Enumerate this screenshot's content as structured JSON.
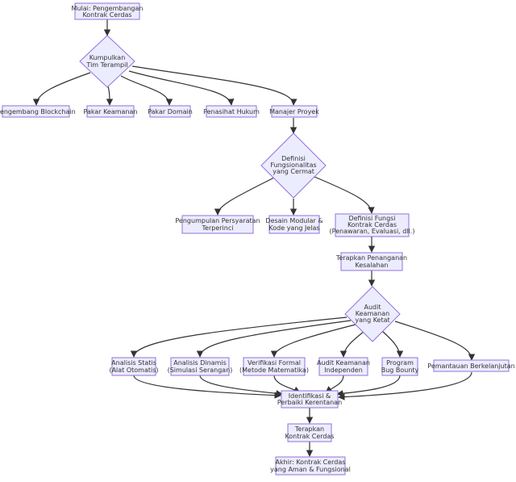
{
  "nodes": {
    "start": [
      "Mulai: Pengembangan",
      "Kontrak Cerdas"
    ],
    "team": [
      "Kumpulkan",
      "Tim Terampil"
    ],
    "blockchain": [
      "Pengembang Blockchain"
    ],
    "security": [
      "Pakar Keamanan"
    ],
    "domain": [
      "Pakar Domain"
    ],
    "legal": [
      "Penasihat Hukum"
    ],
    "pm": [
      "Manajer Proyek"
    ],
    "define": [
      "Definisi",
      "Fungsionalitas",
      "yang Cermat"
    ],
    "requirements": [
      "Pengumpulan Persyaratan",
      "Terperinci"
    ],
    "modular": [
      "Desain Modular &",
      "Kode yang Jelas"
    ],
    "functions": [
      "Definisi Fungsi",
      "Kontrak Cerdas",
      "(Penawaran, Evaluasi, dll.)"
    ],
    "errors": [
      "Terapkan Penanganan",
      "Kesalahan"
    ],
    "audit": [
      "Audit",
      "Keamanan",
      "yang Ketat"
    ],
    "static": [
      "Analisis Statis",
      "(Alat Otomatis)"
    ],
    "dynamic": [
      "Analisis Dinamis",
      "(Simulasi Serangan)"
    ],
    "formal": [
      "Verifikasi Formal",
      "(Metode Matematika)"
    ],
    "independent": [
      "Audit Keamanan",
      "Independen"
    ],
    "bounty": [
      "Program",
      "Bug Bounty"
    ],
    "monitoring": [
      "Pemantauan Berkelanjutan"
    ],
    "fix": [
      "Identifikasi &",
      "Perbaiki Kerentanan"
    ],
    "deploy": [
      "Terapkan",
      "Kontrak Cerdas"
    ],
    "end": [
      "Akhir: Kontrak Cerdas",
      "yang Aman & Fungsional"
    ]
  }
}
